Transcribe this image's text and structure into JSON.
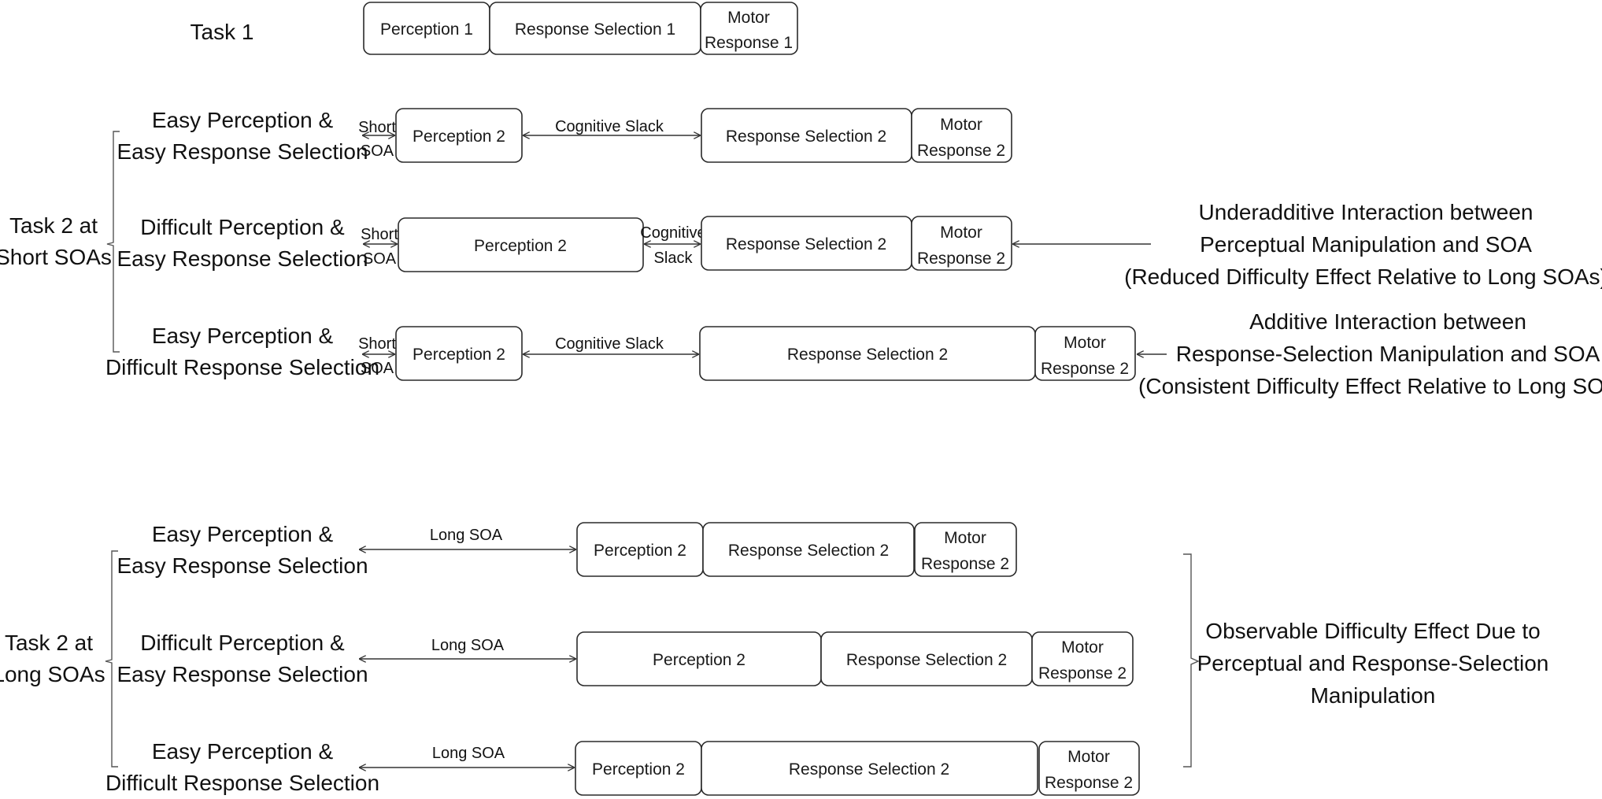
{
  "task1": {
    "label": "Task 1",
    "boxes": {
      "perception": "Perception 1",
      "response_selection": "Response Selection 1",
      "motor": [
        "Motor",
        "Response 1"
      ]
    }
  },
  "groups": {
    "short": [
      "Task 2 at",
      "Short SOAs"
    ],
    "long": [
      "Task 2 at",
      "Long SOAs"
    ]
  },
  "conditions": {
    "easy_easy": [
      "Easy Perception &",
      "Easy Response Selection"
    ],
    "diff_easy": [
      "Difficult Perception &",
      "Easy Response Selection"
    ],
    "easy_diff": [
      "Easy Perception &",
      "Difficult Response Selection"
    ]
  },
  "soa": {
    "short": [
      "Short",
      "SOA"
    ],
    "long": "Long SOA"
  },
  "slack": {
    "single": "Cognitive Slack",
    "split": [
      "Cognitive",
      "Slack"
    ]
  },
  "task2_boxes": {
    "perception": "Perception 2",
    "response_selection": "Response Selection 2",
    "motor": [
      "Motor",
      "Response 2"
    ]
  },
  "notes": {
    "underadditive": [
      "Underadditive Interaction between",
      "Perceptual Manipulation and SOA",
      "(Reduced Difficulty Effect Relative to Long SOAs)"
    ],
    "additive": [
      "Additive Interaction between",
      "Response-Selection Manipulation and SOA",
      "(Consistent Difficulty Effect Relative to Long SOAs)"
    ],
    "observable": [
      "Observable Difficulty Effect Due to",
      "Perceptual and Response-Selection",
      "Manipulation"
    ]
  }
}
